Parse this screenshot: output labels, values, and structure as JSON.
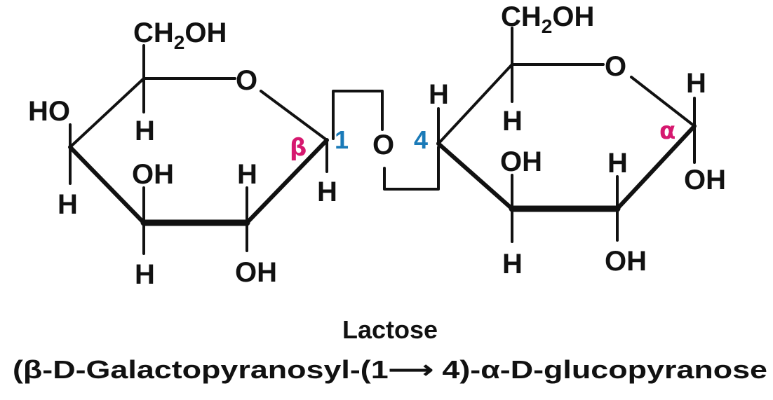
{
  "galactose": {
    "ch2oh": {
      "a": "CH",
      "sub": "2",
      "b": "OH"
    },
    "ring_o": "O",
    "c4_ho": "HO",
    "c4_h": "H",
    "c5_h": "H",
    "c3_oh": "OH",
    "c3_h": "H",
    "c2_h": "H",
    "c2_oh": "OH",
    "c1_h": "H",
    "anomer": "β",
    "carbon_number": "1"
  },
  "linkage": {
    "oxygen": "O"
  },
  "glucose": {
    "ch2oh": {
      "a": "CH",
      "sub": "2",
      "b": "OH"
    },
    "ring_o": "O",
    "c4_h": "H",
    "carbon_number": "4",
    "c5_h": "H",
    "c3_oh": "OH",
    "c3_h": "H",
    "c2_h": "H",
    "c2_oh": "OH",
    "c1_h": "H",
    "c1_oh": "OH",
    "anomer": "α"
  },
  "caption": {
    "title": "Lactose",
    "systematic_name": "(β-D-Galactopyranosyl-(1⟶ 4)-α-D-glucopyranose"
  },
  "colors": {
    "anomer": "#d6186f",
    "carbon_number": "#1a7ab8",
    "ink": "#111111"
  }
}
